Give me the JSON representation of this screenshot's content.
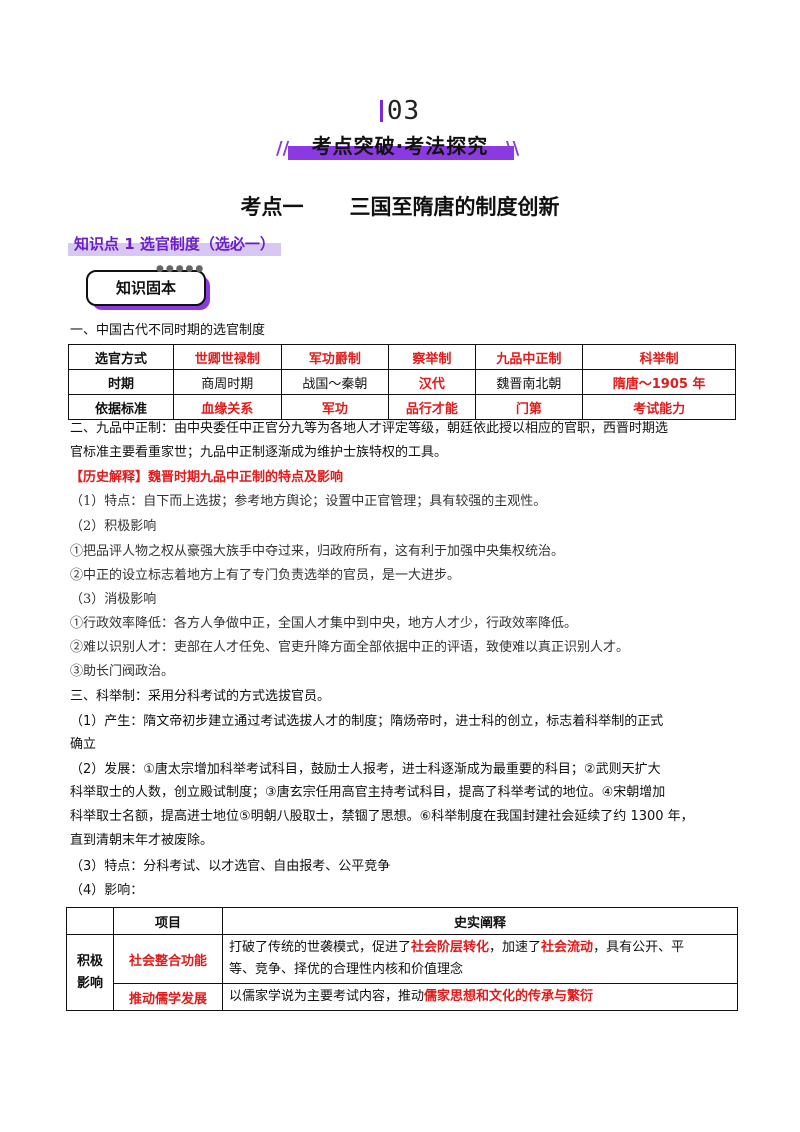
{
  "header": {
    "section_number": "03",
    "banner_title": "考点突破·考法探究",
    "main_title_a": "考点一",
    "main_title_b": "三国至隋唐的制度创新",
    "knowledge_point": "知识点 1  选官制度（选必一）",
    "badge": "知识固本"
  },
  "part1": {
    "heading": "一、中国古代不同时期的选官制度",
    "table": {
      "rows": [
        [
          "选官方式",
          "世卿世禄制",
          "军功爵制",
          "察举制",
          "九品中正制",
          "科举制"
        ],
        [
          "时期",
          "商周时期",
          "战国～秦朝",
          "汉代",
          "魏晋南北朝",
          "隋唐～1905 年"
        ],
        [
          "依据标准",
          "血缘关系",
          "军功",
          "品行才能",
          "门第",
          "考试能力"
        ]
      ]
    }
  },
  "part2": {
    "line1": "二、九品中正制：由中央委任中正官分九等为各地人才评定等级，朝廷依此授以相应的官职，西晋时期选",
    "line2": "官标准主要看重家世；九品中正制逐渐成为维护士族特权的工具。",
    "note_title": "【历史解释】魏晋时期九品中正制的特点及影响",
    "p1": "（1）特点：自下而上选拔；参考地方舆论；设置中正官管理；具有较强的主观性。",
    "p2": "（2）积极影响",
    "p3": "①把品评人物之权从豪强大族手中夺过来，归政府所有，这有利于加强中央集权统治。",
    "p4": "②中正的设立标志着地方上有了专门负责选举的官员，是一大进步。",
    "p5": "（3）消极影响",
    "p6": "①行政效率降低：各方人争做中正，全国人才集中到中央，地方人才少，行政效率降低。",
    "p7": "②难以识别人才：吏部在人才任免、官吏升降方面全部依据中正的评语，致使难以真正识别人才。",
    "p8": "③助长门阀政治。"
  },
  "part3": {
    "heading": "三、科举制：采用分科考试的方式选拔官员。",
    "p1a": "（1）产生：隋文帝初步建立通过考试选拔人才的制度；隋炀帝时，进士科的创立，标志着科举制的正式",
    "p1b": "确立",
    "p2a": "（2）发展：①唐太宗增加科举考试科目，鼓励士人报考，进士科逐渐成为最重要的科目；②武则天扩大",
    "p2b": "科举取士的人数，创立殿试制度；③唐玄宗任用高官主持考试科目，提高了科举考试的地位。④宋朝增加",
    "p2c": "科举取士名额，提高进士地位⑤明朝八股取士，禁锢了思想。⑥科举制度在我国封建社会延续了约 1300 年，",
    "p2d": "直到清朝末年才被废除。",
    "p3": "（3）特点：分科考试、以才选官、自由报考、公平竞争",
    "p4": "（4）影响：",
    "table": {
      "col_item": "项目",
      "col_desc": "史实阐释",
      "category": "积极影响",
      "row1_item": "社会整合功能",
      "row1_a": "打破了传统的世袭模式，促进了",
      "row1_r1": "社会阶层转化",
      "row1_b": "，加速了",
      "row1_r2": "社会流动",
      "row1_c": "，具有公开、平",
      "row1_d": "等、竞争、择优的合理性内核和价值理念",
      "row2_item": "推动儒学发展",
      "row2_a": "以儒家学说为主要考试内容，推动",
      "row2_r": "儒家思想和文化的传承与繁衍"
    }
  },
  "colors": {
    "accent": "#8a3ae0",
    "highlight": "#e01b1b"
  }
}
